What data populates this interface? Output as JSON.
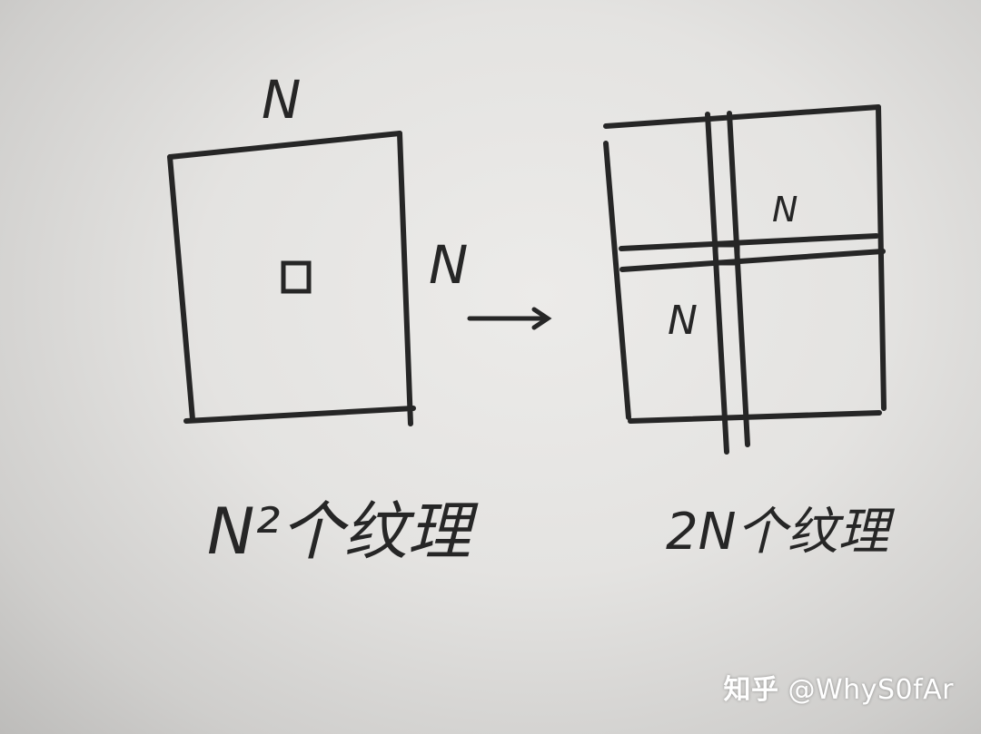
{
  "left_diagram": {
    "top_label": "N",
    "side_label": "N",
    "caption": "N²个纹理"
  },
  "right_diagram": {
    "label_top": "N",
    "label_left": "N",
    "caption": "2N个纹理"
  },
  "watermark": {
    "brand": "知乎",
    "handle": "@WhyS0fAr"
  },
  "colors": {
    "ink": "#262626",
    "paper": "#e4e3e1",
    "watermark": "#ffffff"
  }
}
